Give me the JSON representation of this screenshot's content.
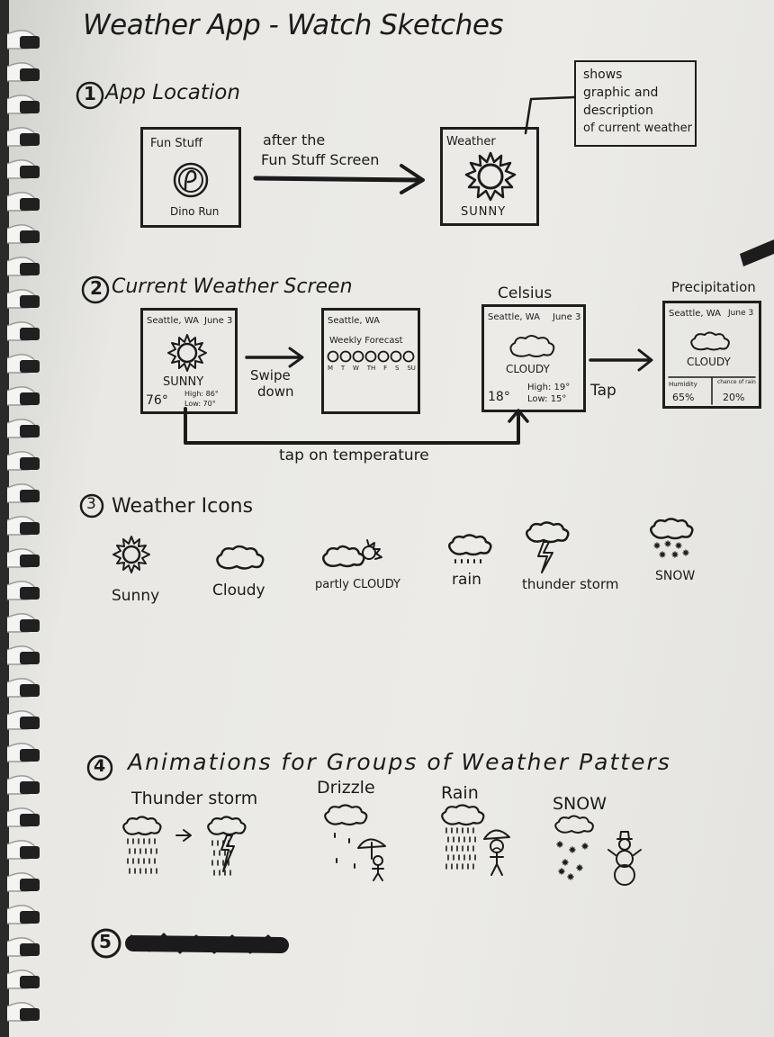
{
  "title": "Weather App - Watch Sketches",
  "sections": {
    "s1": {
      "number": "1",
      "heading": "App Location",
      "fun_stuff_screen": {
        "label": "Fun Stuff",
        "app_name": "Dino Run"
      },
      "arrow_label_line1": "after the",
      "arrow_label_line2": "Fun Stuff Screen",
      "weather_screen": {
        "label": "Weather",
        "condition": "SUNNY"
      },
      "note_lines": [
        "shows",
        "graphic and",
        "description",
        "of current weather"
      ]
    },
    "s2": {
      "number": "2",
      "heading": "Current Weather Screen",
      "screen_a": {
        "location": "Seattle, WA",
        "date": "June 3",
        "condition": "SUNNY",
        "temp": "76°",
        "high": "High: 86°",
        "low": "Low: 70°"
      },
      "swipe_label_line1": "Swipe",
      "swipe_label_line2": "down",
      "screen_b": {
        "location": "Seattle, WA",
        "title": "Weekly Forecast",
        "days": [
          "M",
          "T",
          "W",
          "TH",
          "F",
          "S",
          "SU"
        ]
      },
      "celsius_label": "Celsius",
      "screen_c": {
        "location": "Seattle, WA",
        "date": "June 3",
        "condition": "CLOUDY",
        "temp": "18°",
        "high": "High: 19°",
        "low": "Low: 15°"
      },
      "tap_label": "Tap",
      "precip_label": "Precipitation",
      "screen_d": {
        "location": "Seattle, WA",
        "date": "June 3",
        "condition": "CLOUDY",
        "humidity_label": "Humidity",
        "humidity": "65%",
        "rain_label": "chance of rain",
        "rain": "20%"
      },
      "tap_temp_label": "tap on temperature"
    },
    "s3": {
      "number": "3",
      "heading": "Weather Icons",
      "icons": [
        "Sunny",
        "Cloudy",
        "partly CLOUDY",
        "rain",
        "thunder storm",
        "SNOW"
      ]
    },
    "s4": {
      "number": "4",
      "heading": "Animations for Groups of Weather Patters",
      "groups": [
        "Thunder storm",
        "Drizzle",
        "Rain",
        "SNOW"
      ]
    },
    "s5": {
      "number": "5"
    }
  }
}
